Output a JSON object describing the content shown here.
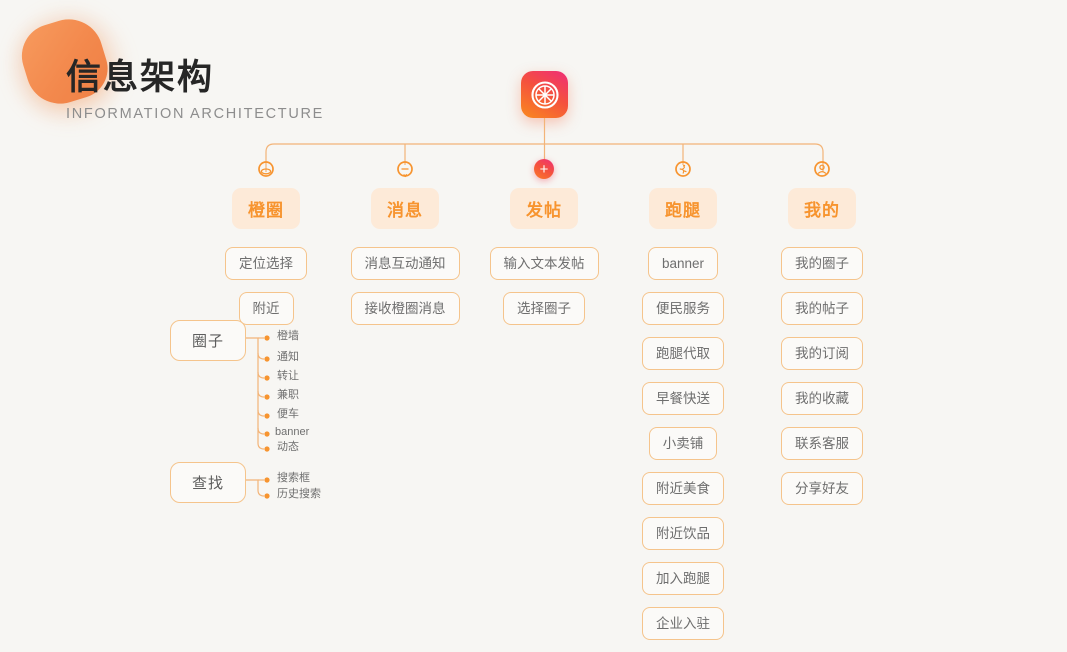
{
  "page": {
    "title_cn": "信息架构",
    "title_en": "INFORMATION ARCHITECTURE",
    "background": "#f7f6f3",
    "accent": "#f7942f",
    "chip_bg": "#fdead8",
    "border": "#f5c48c",
    "line": "#f2b070"
  },
  "app_logo": {
    "name": "orange-slice-logo",
    "gradient_from": "#ef2d78",
    "gradient_to": "#fa8a1e"
  },
  "columns": [
    {
      "id": "chengquan",
      "label": "橙圈",
      "icon": "orange-circle-icon",
      "leaves": [
        "定位选择",
        "附近"
      ]
    },
    {
      "id": "xiaoxi",
      "label": "消息",
      "icon": "message-bubble-icon",
      "leaves": [
        "消息互动通知",
        "接收橙圈消息"
      ]
    },
    {
      "id": "fatie",
      "label": "发帖",
      "icon": "plus-icon",
      "leaves": [
        "输入文本发帖",
        "选择圈子"
      ]
    },
    {
      "id": "paotui",
      "label": "跑腿",
      "icon": "runner-circle-icon",
      "leaves": [
        "banner",
        "便民服务",
        "跑腿代取",
        "早餐快送",
        "小卖铺",
        "附近美食",
        "附近饮品",
        "加入跑腿",
        "企业入驻"
      ]
    },
    {
      "id": "wode",
      "label": "我的",
      "icon": "person-circle-icon",
      "leaves": [
        "我的圈子",
        "我的帖子",
        "我的订阅",
        "我的收藏",
        "联系客服",
        "分享好友"
      ]
    }
  ],
  "groups": [
    {
      "id": "quanzi",
      "label": "圈子",
      "children": [
        "橙墙",
        "通知",
        "转让",
        "兼职",
        "便车",
        "banner",
        "动态"
      ]
    },
    {
      "id": "chazhao",
      "label": "查找",
      "children": [
        "搜索框",
        "历史搜索"
      ]
    }
  ]
}
